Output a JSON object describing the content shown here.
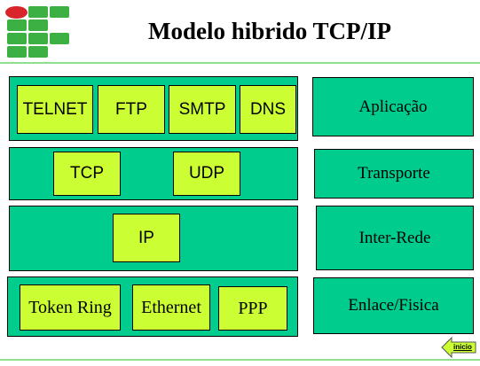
{
  "title": "Modelo hibrido TCP/IP",
  "colors": {
    "layer_fill": "#00cc8e",
    "protocol_fill": "#ccff33",
    "divider": "#8ee08e",
    "logo_green": "#3cb043",
    "logo_red": "#d8252c"
  },
  "rows": [
    {
      "layer": "Aplicação",
      "protocols": [
        "TELNET",
        "FTP",
        "SMTP",
        "DNS"
      ]
    },
    {
      "layer": "Transporte",
      "protocols": [
        "TCP",
        "UDP"
      ]
    },
    {
      "layer": "Inter-Rede",
      "protocols": [
        "IP"
      ]
    },
    {
      "layer": "Enlace/Fisica",
      "protocols": [
        "Token Ring",
        "Ethernet",
        "PPP"
      ]
    }
  ],
  "nav": {
    "home_label": "inicio",
    "icon": "left-arrow-icon"
  }
}
